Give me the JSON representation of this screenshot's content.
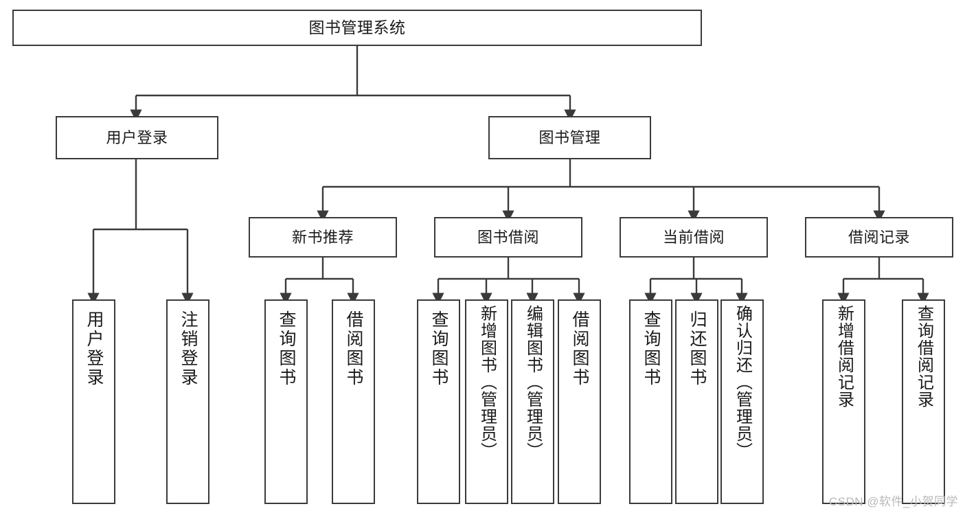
{
  "diagram": {
    "title": "图书管理系统",
    "type": "tree-hierarchy",
    "watermark": "CSDN @软件_小贺同学",
    "colors": {
      "node_border": "#3a3a3a",
      "node_fill": "#ffffff",
      "connector": "#3a3a3a",
      "text": "#1a1a1a",
      "watermark": "#b9b9b9",
      "background": "#ffffff"
    },
    "levels": {
      "root": {
        "label": "图书管理系统"
      },
      "level2": [
        {
          "id": "user-login",
          "label": "用户登录"
        },
        {
          "id": "book-manage",
          "label": "图书管理"
        }
      ],
      "level3": [
        {
          "id": "new-book-recommend",
          "label": "新书推荐"
        },
        {
          "id": "book-borrow",
          "label": "图书借阅"
        },
        {
          "id": "current-borrow",
          "label": "当前借阅"
        },
        {
          "id": "borrow-record",
          "label": "借阅记录"
        }
      ],
      "level4": {
        "user-login": [
          {
            "id": "leaf-user-login",
            "label": "用户登录"
          },
          {
            "id": "leaf-user-logout",
            "label": "注销登录"
          }
        ],
        "new-book-recommend": [
          {
            "id": "leaf-query-book-1",
            "label": "查询图书"
          },
          {
            "id": "leaf-borrow-book-1",
            "label": "借阅图书"
          }
        ],
        "book-borrow": [
          {
            "id": "leaf-query-book-2",
            "label": "查询图书"
          },
          {
            "id": "leaf-add-book",
            "label": "新增图书（管理员）"
          },
          {
            "id": "leaf-edit-book",
            "label": "编辑图书（管理员）"
          },
          {
            "id": "leaf-borrow-book-2",
            "label": "借阅图书"
          }
        ],
        "current-borrow": [
          {
            "id": "leaf-query-book-3",
            "label": "查询图书"
          },
          {
            "id": "leaf-return-book",
            "label": "归还图书"
          },
          {
            "id": "leaf-confirm-return",
            "label": "确认归还（管理员）"
          }
        ],
        "borrow-record": [
          {
            "id": "leaf-add-record",
            "label": "新增借阅记录"
          },
          {
            "id": "leaf-query-record",
            "label": "查询借阅记录"
          }
        ]
      }
    }
  }
}
